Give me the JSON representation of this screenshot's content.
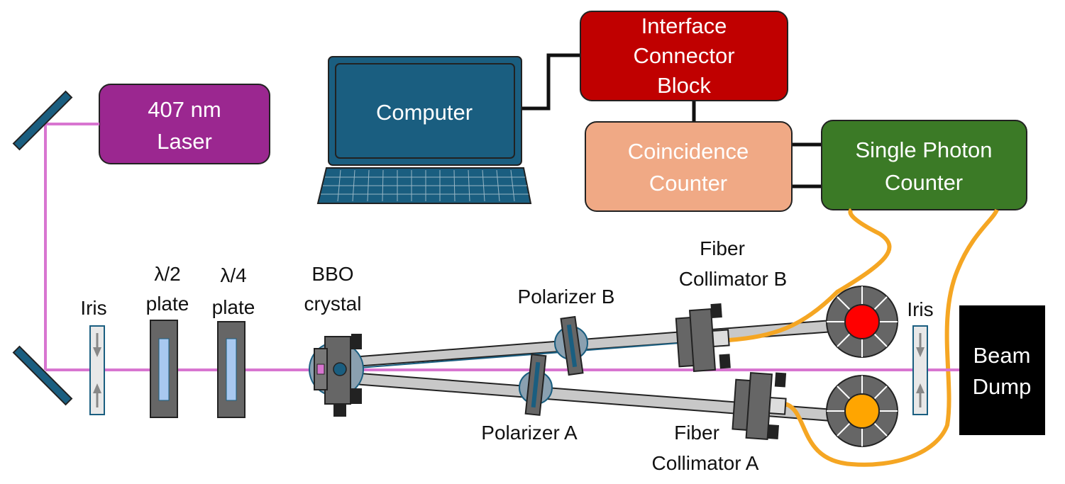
{
  "boxes": {
    "laser": {
      "line1": "407 nm",
      "line2": "Laser"
    },
    "computer": {
      "label": "Computer"
    },
    "interface": {
      "line1": "Interface",
      "line2": "Connector",
      "line3": "Block"
    },
    "coincidence": {
      "line1": "Coincidence",
      "line2": "Counter"
    },
    "spc": {
      "line1": "Single Photon",
      "line2": "Counter"
    },
    "beam_dump": {
      "line1": "Beam",
      "line2": "Dump"
    }
  },
  "labels": {
    "iris_left": "Iris",
    "half_wave": {
      "line1": "λ/2",
      "line2": "plate"
    },
    "quarter_wave": {
      "line1": "λ/4",
      "line2": "plate"
    },
    "bbo": {
      "line1": "BBO",
      "line2": "crystal"
    },
    "polarizer_b": "Polarizer B",
    "polarizer_a": "Polarizer A",
    "collimator_b": {
      "line1": "Fiber",
      "line2": "Collimator B"
    },
    "collimator_a": {
      "line1": "Fiber",
      "line2": "Collimator A"
    },
    "iris_right": "Iris"
  },
  "colors": {
    "laser_box": "#9b2790",
    "computer": "#1a5e80",
    "interface_box": "#c00000",
    "coincidence_box": "#f0a985",
    "spc_box": "#3b7a26",
    "beam_dump": "#000000",
    "beam": "#d875d0",
    "fiber": "#f5a623",
    "detector_b": "#ff0000",
    "detector_a": "#ffa500"
  }
}
